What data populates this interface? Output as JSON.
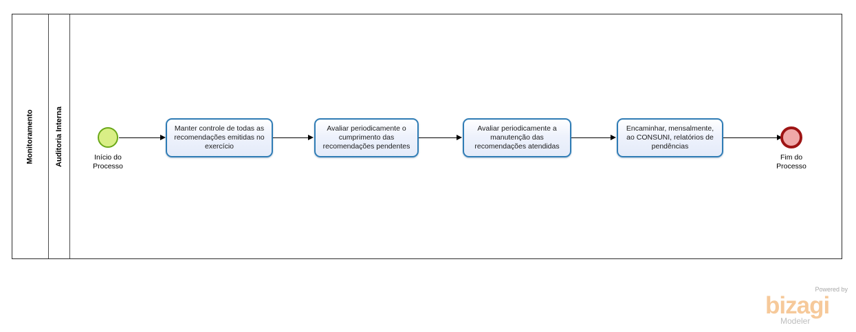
{
  "diagram": {
    "type": "bpmn-process",
    "pool": {
      "lanes": [
        {
          "label": "Monitoramento"
        },
        {
          "label": "Auditoria Interna"
        }
      ]
    },
    "events": [
      {
        "id": "start",
        "kind": "start-event",
        "label": "Início do\nProcesso",
        "label_line1": "Início do",
        "label_line2": "Processo"
      },
      {
        "id": "end",
        "kind": "end-event",
        "label": "Fim do\nProcesso",
        "label_line1": "Fim do",
        "label_line2": "Processo"
      }
    ],
    "tasks": [
      {
        "id": "t1",
        "label": "Manter controle de todas as recomendações emitidas no exercício"
      },
      {
        "id": "t2",
        "label": "Avaliar periodicamente o cumprimento das recomendações pendentes"
      },
      {
        "id": "t3",
        "label": "Avaliar periodicamente a manutenção das recomendações atendidas"
      },
      {
        "id": "t4",
        "label": "Encaminhar, mensalmente, ao CONSUNI, relatórios de pendências"
      }
    ],
    "flows": [
      {
        "from": "start",
        "to": "t1"
      },
      {
        "from": "t1",
        "to": "t2"
      },
      {
        "from": "t2",
        "to": "t3"
      },
      {
        "from": "t3",
        "to": "t4"
      },
      {
        "from": "t4",
        "to": "end"
      }
    ],
    "colors": {
      "task_border": "#2f7cb5",
      "task_fill": "#e8eefb",
      "start_fill": "#d9ef86",
      "start_border": "#6aa818",
      "end_fill": "#f0a9a9",
      "end_border": "#9e1414",
      "pool_border": "#2b2b2b",
      "flow_line": "#000000"
    }
  },
  "watermark": {
    "powered_by": "Powered by",
    "brand": "bizagi",
    "product": "Modeler"
  }
}
